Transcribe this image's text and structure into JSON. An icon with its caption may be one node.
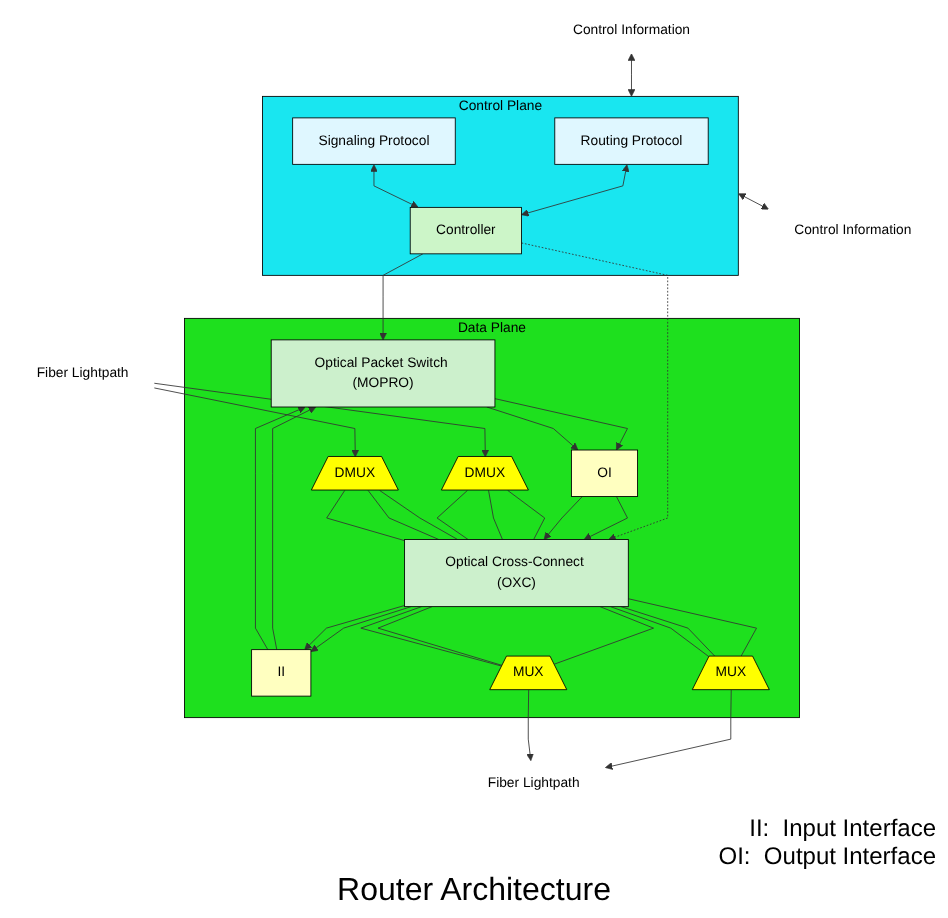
{
  "diagram": {
    "caption": "Router Architecture",
    "nodes": [
      {
        "text": [
          "Control Information"
        ]
      },
      {
        "text": [
          "Control Plane"
        ]
      },
      {
        "text": [
          "Routing Protocol"
        ],
        "in": 1
      },
      {
        "text": [
          "Signaling Protocol"
        ],
        "in": 1
      },
      {
        "text": [
          "Controller"
        ],
        "in": 1
      },
      {
        "text": [
          "Control Information"
        ]
      },
      {
        "text": [
          "Data Plane"
        ]
      },
      {
        "text": [
          "Optical Packet Switch (MOPRO)"
        ],
        "in": 6
      },
      {
        "text": [
          "OI"
        ],
        "in": 6
      },
      {
        "text": [
          "II"
        ],
        "in": 6
      },
      {
        "text": [
          "Optical Cross-Connect (OXC)"
        ],
        "in": 6
      },
      {
        "text": [
          "DMUX"
        ],
        "in": 6
      },
      {
        "text": [
          "DMUX"
        ],
        "in": 6
      },
      {
        "text": [
          "MUX"
        ],
        "in": 6
      },
      {
        "text": [
          "MUX"
        ],
        "in": 6
      },
      {
        "text": [
          "Fiber Lightpath"
        ]
      },
      {
        "text": [
          "Fiber Lightpath"
        ]
      }
    ],
    "edges": [
      {
        "from": 0,
        "to": 1,
        "arrow": "both"
      },
      {
        "from": 1,
        "to": 5,
        "arrow": "both"
      },
      {
        "from": 2,
        "to": 4,
        "arrow": "both"
      },
      {
        "from": 3,
        "to": 4,
        "arrow": "both"
      },
      {
        "from": 4,
        "to": 7,
        "arrow": "to"
      },
      {
        "from": 4,
        "to": 10,
        "arrow": "to",
        "style": "dashed"
      },
      {
        "from": 7,
        "to": 8,
        "arrow": "to"
      },
      {
        "from": 7,
        "to": 8,
        "arrow": "to"
      },
      {
        "from": 9,
        "to": 7,
        "arrow": "to"
      },
      {
        "from": 9,
        "to": 7,
        "arrow": "to"
      },
      {
        "from": 8,
        "to": 10,
        "arrow": "to"
      },
      {
        "from": 8,
        "to": 10,
        "arrow": "to"
      },
      {
        "from": 10,
        "to": 9,
        "arrow": "to"
      },
      {
        "from": 10,
        "to": 9,
        "arrow": "to"
      },
      {
        "from": 15,
        "to": 11,
        "arrow": "to"
      },
      {
        "from": 15,
        "to": 12,
        "arrow": "to"
      },
      {
        "from": 11,
        "to": 10,
        "arrow": "none"
      },
      {
        "from": 11,
        "to": 10,
        "arrow": "none"
      },
      {
        "from": 11,
        "to": 10,
        "arrow": "none"
      },
      {
        "from": 12,
        "to": 10,
        "arrow": "none"
      },
      {
        "from": 12,
        "to": 10,
        "arrow": "none"
      },
      {
        "from": 12,
        "to": 10,
        "arrow": "none"
      },
      {
        "from": 10,
        "to": 13,
        "arrow": "none"
      },
      {
        "from": 10,
        "to": 13,
        "arrow": "none"
      },
      {
        "from": 10,
        "to": 13,
        "arrow": "none"
      },
      {
        "from": 10,
        "to": 14,
        "arrow": "none"
      },
      {
        "from": 10,
        "to": 14,
        "arrow": "none"
      },
      {
        "from": 10,
        "to": 14,
        "arrow": "none"
      },
      {
        "from": 13,
        "to": 16,
        "arrow": "to"
      },
      {
        "from": 14,
        "to": 16,
        "arrow": "to"
      }
    ],
    "labels": [
      "II:  Input Interface",
      "OI:  Output Interface"
    ]
  }
}
